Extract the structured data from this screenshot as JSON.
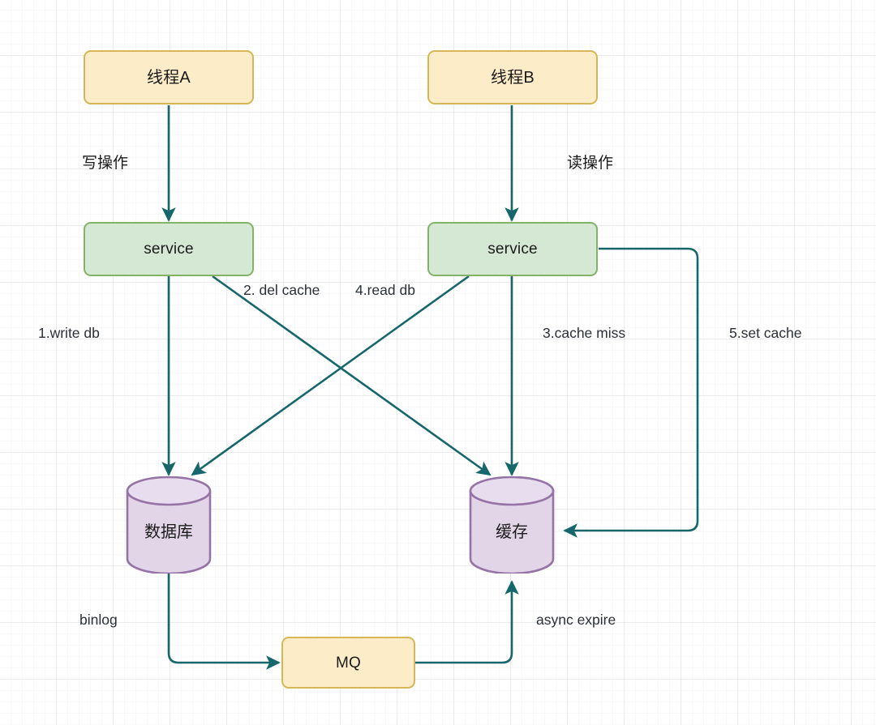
{
  "diagram": {
    "title": "cache-consistency-flow",
    "colors": {
      "edge": "#16676b",
      "box_yellow_fill": "#fdecc8",
      "box_yellow_stroke": "#d6b656",
      "box_green_fill": "#d5e8d4",
      "box_green_stroke": "#82b366",
      "cylinder_fill": "#e1d5e7",
      "cylinder_stroke": "#9673a6",
      "grid_minor": "#f0f0f0",
      "grid_major": "#e2e2e2",
      "text": "#1a1a1a"
    },
    "nodes": [
      {
        "id": "thread-a",
        "label": "线程A",
        "shape": "rounded-rect",
        "style": "yellow"
      },
      {
        "id": "thread-b",
        "label": "线程B",
        "shape": "rounded-rect",
        "style": "yellow"
      },
      {
        "id": "service-a",
        "label": "service",
        "shape": "rounded-rect",
        "style": "green"
      },
      {
        "id": "service-b",
        "label": "service",
        "shape": "rounded-rect",
        "style": "green"
      },
      {
        "id": "database",
        "label": "数据库",
        "shape": "cylinder",
        "style": "purple"
      },
      {
        "id": "cache",
        "label": "缓存",
        "shape": "cylinder",
        "style": "purple"
      },
      {
        "id": "mq",
        "label": "MQ",
        "shape": "rounded-rect",
        "style": "yellow"
      }
    ],
    "edges": [
      {
        "id": "write-op",
        "label": "写操作",
        "from": "thread-a",
        "to": "service-a"
      },
      {
        "id": "read-op",
        "label": "读操作",
        "from": "thread-b",
        "to": "service-b"
      },
      {
        "id": "write-db",
        "label": "1.write db",
        "from": "service-a",
        "to": "database"
      },
      {
        "id": "del-cache",
        "label": "2. del cache",
        "from": "service-a",
        "to": "cache"
      },
      {
        "id": "cache-miss",
        "label": "3.cache miss",
        "from": "service-b",
        "to": "cache"
      },
      {
        "id": "read-db",
        "label": "4.read db",
        "from": "service-b",
        "to": "database"
      },
      {
        "id": "set-cache",
        "label": "5.set cache",
        "from": "service-b",
        "to": "cache"
      },
      {
        "id": "binlog",
        "label": "binlog",
        "from": "database",
        "to": "mq"
      },
      {
        "id": "async-expire",
        "label": "async expire",
        "from": "mq",
        "to": "cache"
      }
    ]
  }
}
